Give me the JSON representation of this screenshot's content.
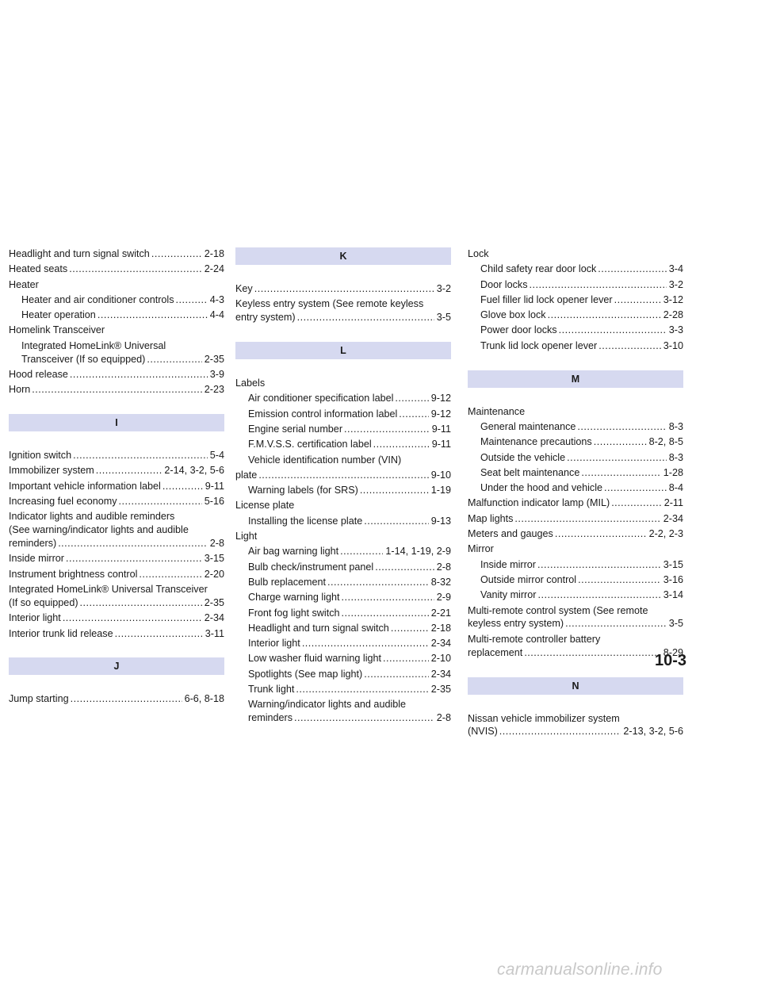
{
  "columns": [
    [
      {
        "kind": "entry",
        "lines": [
          {
            "text": "Headlight and turn signal switch",
            "page": "2-18"
          }
        ]
      },
      {
        "kind": "entry",
        "lines": [
          {
            "text": "Heated seats",
            "page": "2-24"
          }
        ]
      },
      {
        "kind": "entry",
        "lines": [
          {
            "text": "Heater"
          }
        ]
      },
      {
        "kind": "sub",
        "lines": [
          {
            "text": "Heater and air conditioner controls",
            "page": "4-3"
          }
        ]
      },
      {
        "kind": "sub",
        "lines": [
          {
            "text": "Heater operation",
            "page": "4-4"
          }
        ]
      },
      {
        "kind": "entry",
        "lines": [
          {
            "text": "Homelink Transceiver"
          }
        ]
      },
      {
        "kind": "sub",
        "lines": [
          {
            "text": "Integrated HomeLink® Universal"
          },
          {
            "text": "Transceiver (If so equipped)",
            "page": "2-35"
          }
        ]
      },
      {
        "kind": "entry",
        "lines": [
          {
            "text": "Hood release",
            "page": "3-9"
          }
        ]
      },
      {
        "kind": "entry",
        "lines": [
          {
            "text": "Horn",
            "page": "2-23"
          }
        ]
      },
      {
        "kind": "section",
        "letter": "I"
      },
      {
        "kind": "entry",
        "lines": [
          {
            "text": "Ignition switch",
            "page": "5-4"
          }
        ]
      },
      {
        "kind": "entry",
        "lines": [
          {
            "text": "Immobilizer system",
            "page": "2-14, 3-2, 5-6"
          }
        ]
      },
      {
        "kind": "entry",
        "lines": [
          {
            "text": "Important vehicle information label",
            "page": "9-11"
          }
        ]
      },
      {
        "kind": "entry",
        "lines": [
          {
            "text": "Increasing fuel economy",
            "page": "5-16"
          }
        ]
      },
      {
        "kind": "entry",
        "lines": [
          {
            "text": "Indicator lights and audible reminders"
          },
          {
            "text": "(See warning/indicator lights and audible"
          },
          {
            "text": "reminders)",
            "page": "2-8"
          }
        ]
      },
      {
        "kind": "entry",
        "lines": [
          {
            "text": "Inside mirror",
            "page": "3-15"
          }
        ]
      },
      {
        "kind": "entry",
        "lines": [
          {
            "text": "Instrument brightness control",
            "page": "2-20"
          }
        ]
      },
      {
        "kind": "entry",
        "lines": [
          {
            "text": "Integrated HomeLink® Universal Transceiver"
          },
          {
            "text": "(If so equipped)",
            "page": "2-35"
          }
        ]
      },
      {
        "kind": "entry",
        "lines": [
          {
            "text": "Interior light",
            "page": "2-34"
          }
        ]
      },
      {
        "kind": "entry",
        "lines": [
          {
            "text": "Interior trunk lid release",
            "page": "3-11"
          }
        ]
      },
      {
        "kind": "section",
        "letter": "J"
      },
      {
        "kind": "entry",
        "lines": [
          {
            "text": "Jump starting",
            "page": "6-6, 8-18"
          }
        ]
      }
    ],
    [
      {
        "kind": "section",
        "letter": "K",
        "first": true
      },
      {
        "kind": "entry",
        "lines": [
          {
            "text": "Key",
            "page": "3-2"
          }
        ]
      },
      {
        "kind": "entry",
        "lines": [
          {
            "text": "Keyless entry system (See remote keyless"
          },
          {
            "text": "entry system)",
            "page": "3-5"
          }
        ]
      },
      {
        "kind": "section",
        "letter": "L"
      },
      {
        "kind": "entry",
        "lines": [
          {
            "text": "Labels"
          }
        ]
      },
      {
        "kind": "sub",
        "lines": [
          {
            "text": "Air conditioner specification label",
            "page": "9-12"
          }
        ]
      },
      {
        "kind": "sub",
        "lines": [
          {
            "text": "Emission control information label",
            "page": "9-12"
          }
        ]
      },
      {
        "kind": "sub",
        "lines": [
          {
            "text": "Engine serial number",
            "page": "9-11"
          }
        ]
      },
      {
        "kind": "sub",
        "lines": [
          {
            "text": "F.M.V.S.S. certification label",
            "page": "9-11"
          }
        ]
      },
      {
        "kind": "sub",
        "lines": [
          {
            "text": "Vehicle identification number (VIN)"
          }
        ]
      },
      {
        "kind": "entry",
        "lines": [
          {
            "text": "plate",
            "page": "9-10"
          }
        ]
      },
      {
        "kind": "sub",
        "lines": [
          {
            "text": "Warning labels (for SRS)",
            "page": "1-19"
          }
        ]
      },
      {
        "kind": "entry",
        "lines": [
          {
            "text": "License plate"
          }
        ]
      },
      {
        "kind": "sub",
        "lines": [
          {
            "text": "Installing the license plate",
            "page": "9-13"
          }
        ]
      },
      {
        "kind": "entry",
        "lines": [
          {
            "text": "Light"
          }
        ]
      },
      {
        "kind": "sub",
        "lines": [
          {
            "text": "Air bag warning light",
            "page": "1-14, 1-19, 2-9"
          }
        ]
      },
      {
        "kind": "sub",
        "lines": [
          {
            "text": "Bulb check/instrument panel",
            "page": "2-8"
          }
        ]
      },
      {
        "kind": "sub",
        "lines": [
          {
            "text": "Bulb replacement",
            "page": "8-32"
          }
        ]
      },
      {
        "kind": "sub",
        "lines": [
          {
            "text": "Charge warning light",
            "page": "2-9"
          }
        ]
      },
      {
        "kind": "sub",
        "lines": [
          {
            "text": "Front fog light switch",
            "page": "2-21"
          }
        ]
      },
      {
        "kind": "sub",
        "lines": [
          {
            "text": "Headlight and turn signal switch",
            "page": "2-18"
          }
        ]
      },
      {
        "kind": "sub",
        "lines": [
          {
            "text": "Interior light",
            "page": "2-34"
          }
        ]
      },
      {
        "kind": "sub",
        "lines": [
          {
            "text": "Low washer fluid warning light",
            "page": "2-10"
          }
        ]
      },
      {
        "kind": "sub",
        "lines": [
          {
            "text": "Spotlights (See map light)",
            "page": "2-34"
          }
        ]
      },
      {
        "kind": "sub",
        "lines": [
          {
            "text": "Trunk light",
            "page": "2-35"
          }
        ]
      },
      {
        "kind": "sub",
        "lines": [
          {
            "text": "Warning/indicator lights and audible"
          },
          {
            "text": "reminders",
            "page": "2-8"
          }
        ]
      }
    ],
    [
      {
        "kind": "entry",
        "lines": [
          {
            "text": "Lock"
          }
        ]
      },
      {
        "kind": "sub",
        "lines": [
          {
            "text": "Child safety rear door lock",
            "page": "3-4"
          }
        ]
      },
      {
        "kind": "sub",
        "lines": [
          {
            "text": "Door locks",
            "page": "3-2"
          }
        ]
      },
      {
        "kind": "sub",
        "lines": [
          {
            "text": "Fuel filler lid lock opener lever",
            "page": "3-12"
          }
        ]
      },
      {
        "kind": "sub",
        "lines": [
          {
            "text": "Glove box lock",
            "page": "2-28"
          }
        ]
      },
      {
        "kind": "sub",
        "lines": [
          {
            "text": "Power door locks",
            "page": "3-3"
          }
        ]
      },
      {
        "kind": "sub",
        "lines": [
          {
            "text": "Trunk lid lock opener lever",
            "page": "3-10"
          }
        ]
      },
      {
        "kind": "section",
        "letter": "M"
      },
      {
        "kind": "entry",
        "lines": [
          {
            "text": "Maintenance"
          }
        ]
      },
      {
        "kind": "sub",
        "lines": [
          {
            "text": "General maintenance",
            "page": "8-3"
          }
        ]
      },
      {
        "kind": "sub",
        "lines": [
          {
            "text": "Maintenance precautions",
            "page": "8-2, 8-5"
          }
        ]
      },
      {
        "kind": "sub",
        "lines": [
          {
            "text": "Outside the vehicle",
            "page": "8-3"
          }
        ]
      },
      {
        "kind": "sub",
        "lines": [
          {
            "text": "Seat belt maintenance",
            "page": "1-28"
          }
        ]
      },
      {
        "kind": "sub",
        "lines": [
          {
            "text": "Under the hood and vehicle",
            "page": "8-4"
          }
        ]
      },
      {
        "kind": "entry",
        "lines": [
          {
            "text": "Malfunction indicator lamp (MIL)",
            "page": "2-11"
          }
        ]
      },
      {
        "kind": "entry",
        "lines": [
          {
            "text": "Map lights",
            "page": "2-34"
          }
        ]
      },
      {
        "kind": "entry",
        "lines": [
          {
            "text": "Meters and gauges",
            "page": "2-2, 2-3"
          }
        ]
      },
      {
        "kind": "entry",
        "lines": [
          {
            "text": "Mirror"
          }
        ]
      },
      {
        "kind": "sub",
        "lines": [
          {
            "text": "Inside mirror",
            "page": "3-15"
          }
        ]
      },
      {
        "kind": "sub",
        "lines": [
          {
            "text": "Outside mirror control",
            "page": "3-16"
          }
        ]
      },
      {
        "kind": "sub",
        "lines": [
          {
            "text": "Vanity mirror",
            "page": "3-14"
          }
        ]
      },
      {
        "kind": "entry",
        "lines": [
          {
            "text": "Multi-remote control system (See remote"
          },
          {
            "text": "keyless entry system)",
            "page": "3-5"
          }
        ]
      },
      {
        "kind": "entry",
        "lines": [
          {
            "text": "Multi-remote controller battery"
          },
          {
            "text": "replacement",
            "page": "8-29"
          }
        ]
      },
      {
        "kind": "section",
        "letter": "N"
      },
      {
        "kind": "entry",
        "lines": [
          {
            "text": "Nissan vehicle immobilizer system"
          },
          {
            "text": "(NVIS)",
            "page": "2-13, 3-2, 5-6"
          }
        ]
      }
    ]
  ],
  "page_number": "10-3",
  "watermark": "carmanualsonline.info"
}
